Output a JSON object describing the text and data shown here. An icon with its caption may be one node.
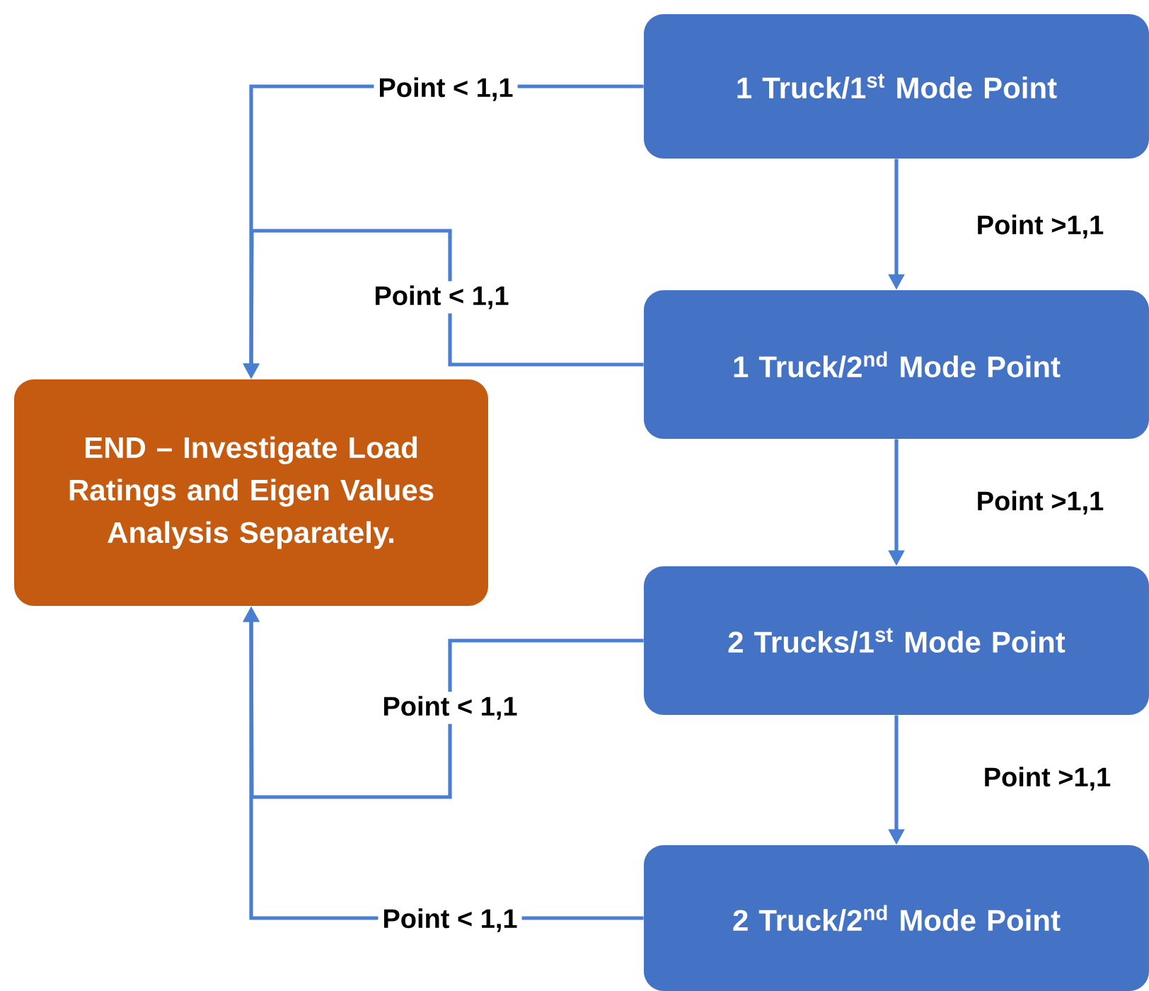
{
  "diagram": {
    "nodes": [
      {
        "text": [
          "1 Truck/1$^{st}$ Mode Point"
        ]
      },
      {
        "text": [
          "1 Truck/2$^{nd}$ Mode Point"
        ]
      },
      {
        "text": [
          "END – Investigate Load Ratings and Eigen Values Analysis Separately."
        ]
      },
      {
        "text": [
          "2 Trucks/1$^{st}$ Mode Point"
        ]
      },
      {
        "text": [
          "2 Truck/2$^{nd}$ Mode Point"
        ]
      }
    ],
    "edges": [
      {
        "from": 0,
        "to": 1,
        "arrow": "to",
        "label": "Point >1,1"
      },
      {
        "from": 1,
        "to": 3,
        "arrow": "to",
        "label": "Point >1,1"
      },
      {
        "from": 3,
        "to": 4,
        "arrow": "to",
        "label": "Point >1,1"
      },
      {
        "from": 0,
        "to": 2,
        "arrow": "to",
        "label": "Point < 1,1"
      },
      {
        "from": 1,
        "to": 2,
        "arrow": "to",
        "label": "Point < 1,1"
      },
      {
        "from": 3,
        "to": 2,
        "arrow": "to",
        "label": "Point < 1,1"
      },
      {
        "from": 4,
        "to": 2,
        "arrow": "to",
        "label": "Point < 1,1"
      }
    ]
  }
}
